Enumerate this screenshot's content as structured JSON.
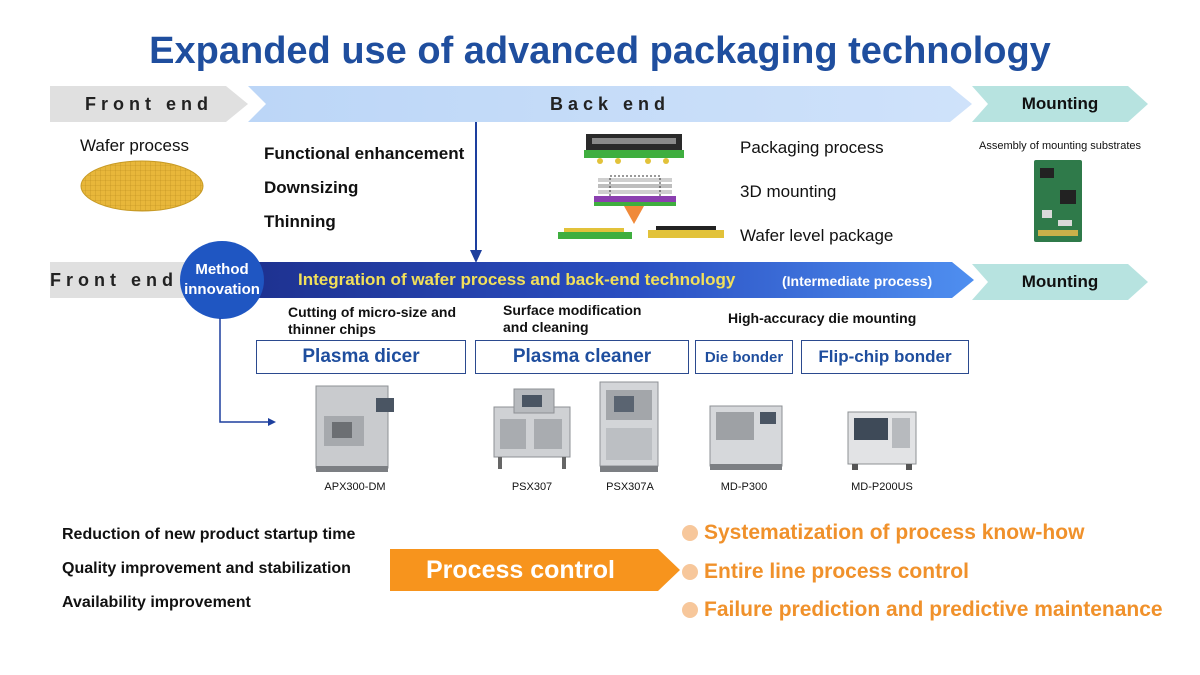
{
  "title": "Expanded use of advanced packaging technology",
  "top_row": {
    "front_end": "Front end",
    "back_end": "Back end",
    "mounting": "Mounting"
  },
  "wafer_process": "Wafer process",
  "backend_points": [
    "Functional enhancement",
    "Downsizing",
    "Thinning"
  ],
  "packaging_items": [
    "Packaging process",
    "3D mounting",
    "Wafer level package"
  ],
  "assembly_label": "Assembly of mounting substrates",
  "middle_row": {
    "front_end": "Front end",
    "method_innovation": "Method innovation",
    "integration": "Integration of wafer process and back-end technology",
    "intermediate": "(Intermediate process)",
    "mounting": "Mounting"
  },
  "categories": {
    "cutting": "Cutting of micro-size and thinner chips",
    "surface": "Surface modification and cleaning",
    "die_mounting": "High-accuracy die mounting"
  },
  "products": {
    "plasma_dicer": "Plasma dicer",
    "plasma_cleaner": "Plasma cleaner",
    "die_bonder": "Die bonder",
    "flip_chip_bonder": "Flip-chip bonder"
  },
  "machines": [
    "APX300-DM",
    "PSX307",
    "PSX307A",
    "MD-P300",
    "MD-P200US"
  ],
  "benefits": [
    "Reduction of new product startup time",
    "Quality improvement and stabilization",
    "Availability improvement"
  ],
  "process_control": "Process control",
  "outcomes": [
    "Systematization of process know-how",
    "Entire line process control",
    "Failure prediction and predictive maintenance"
  ],
  "colors": {
    "title_blue": "#1f4e9e",
    "navy": "#1d2f8c",
    "orange": "#f0912b",
    "teal": "#b7e3e0"
  }
}
